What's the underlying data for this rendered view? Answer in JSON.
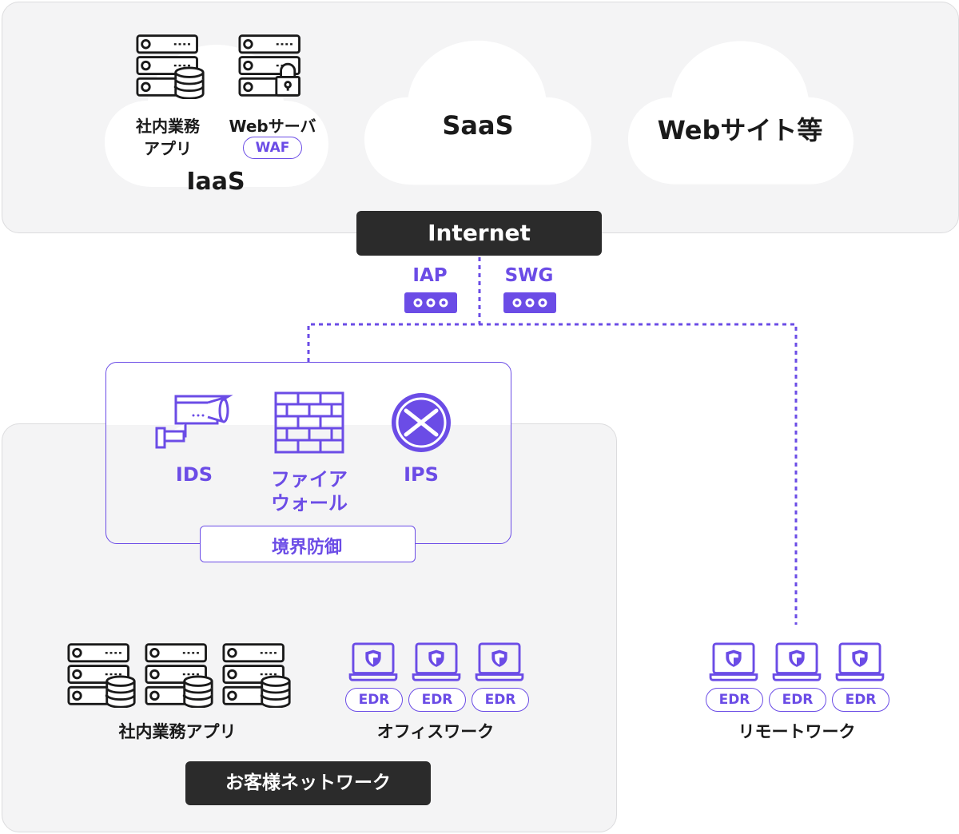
{
  "cloud_area": {
    "iaas": {
      "label": "IaaS",
      "app_label_line1": "社内業務",
      "app_label_line2": "アプリ",
      "web_server_label": "Webサーバ",
      "waf_label": "WAF"
    },
    "saas_label": "SaaS",
    "websites_label": "Webサイト等"
  },
  "internet_label": "Internet",
  "gateways": [
    {
      "label": "IAP"
    },
    {
      "label": "SWG"
    }
  ],
  "perimeter": {
    "ids_label": "IDS",
    "firewall_line1": "ファイア",
    "firewall_line2": "ウォール",
    "ips_label": "IPS",
    "title": "境界防御"
  },
  "customer_network": {
    "title": "お客様ネットワーク",
    "apps_label": "社内業務アプリ",
    "office_label": "オフィスワーク",
    "edr_labels": [
      "EDR",
      "EDR",
      "EDR"
    ]
  },
  "remote": {
    "label": "リモートワーク",
    "edr_labels": [
      "EDR",
      "EDR",
      "EDR"
    ]
  },
  "colors": {
    "accent": "#6b4ce6",
    "dark": "#2b2b2b",
    "panel": "#f4f4f5"
  }
}
